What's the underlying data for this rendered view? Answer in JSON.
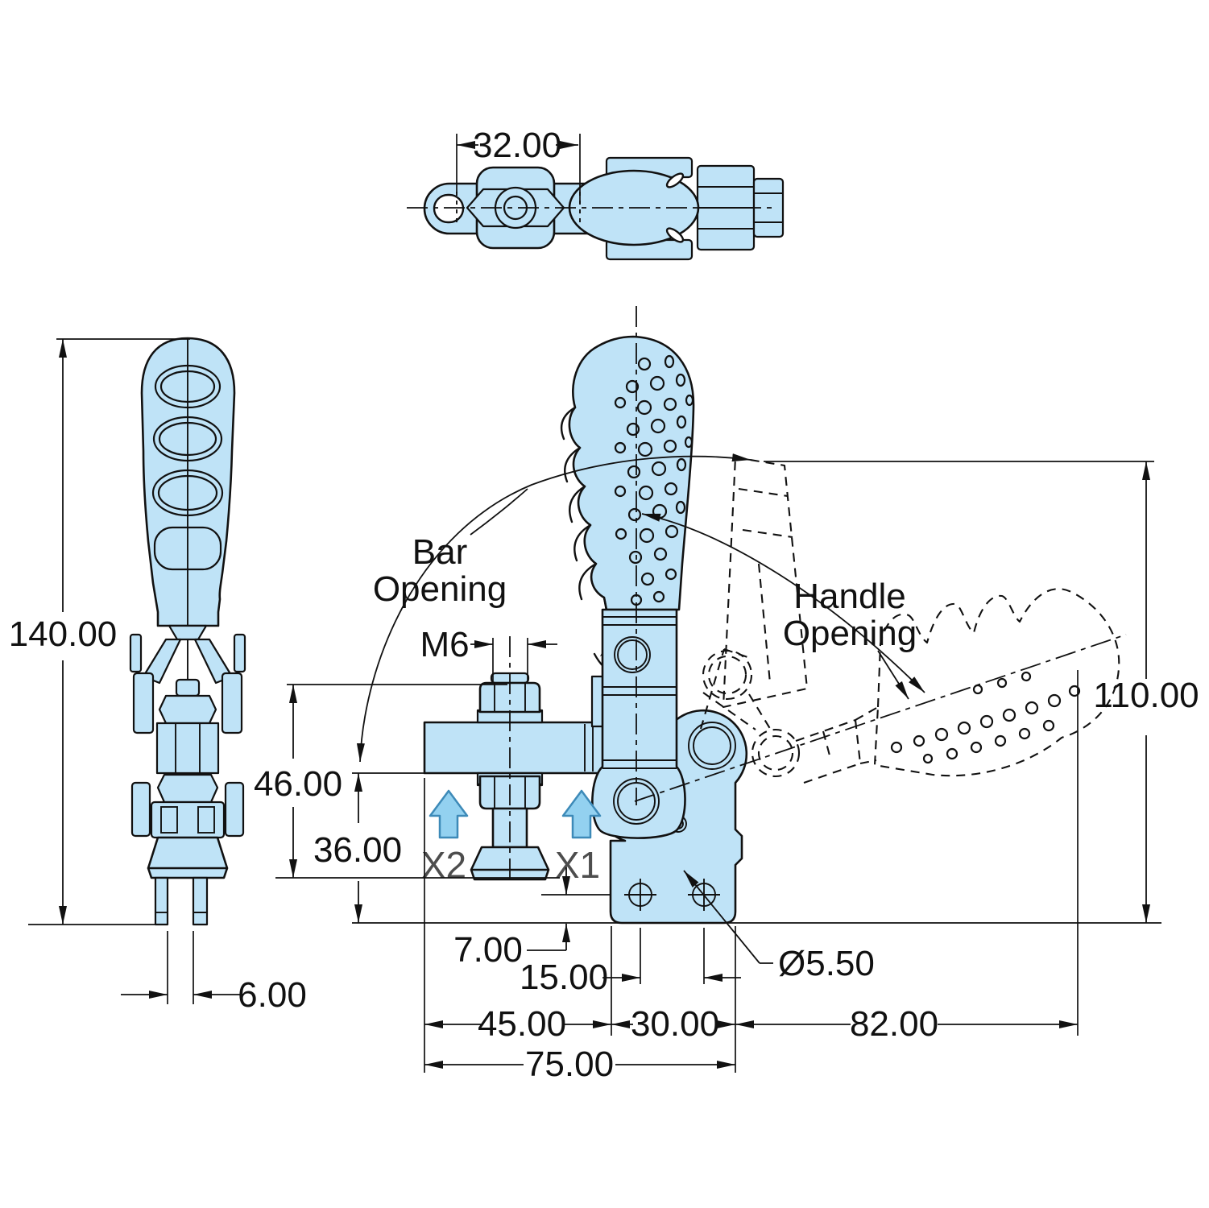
{
  "drawing": {
    "kind": "engineering-dimension-drawing",
    "subject": "vertical-handle toggle clamp",
    "views": [
      "top-view",
      "side-view",
      "front-view-with-open-position"
    ]
  },
  "dims": {
    "d32": "32.00",
    "d140": "140.00",
    "d6": "6.00",
    "m6": "M6",
    "d46": "46.00",
    "d36": "36.00",
    "d7": "7.00",
    "d15": "15.00",
    "d45": "45.00",
    "d30": "30.00",
    "d82": "82.00",
    "d75": "75.00",
    "d110": "110.00",
    "d55": "Ø5.50"
  },
  "labels": {
    "bar_line1": "Bar",
    "bar_line2": "Opening",
    "handle_line1": "Handle",
    "handle_line2": "Opening",
    "x1": "X1",
    "x2": "X2"
  },
  "colors": {
    "part_fill": "#bfe3f7",
    "outline": "#111111",
    "arrow_fill": "#93d1f0",
    "arrow_stroke": "#3d8ab8",
    "x_label": "#4d4d4d"
  }
}
